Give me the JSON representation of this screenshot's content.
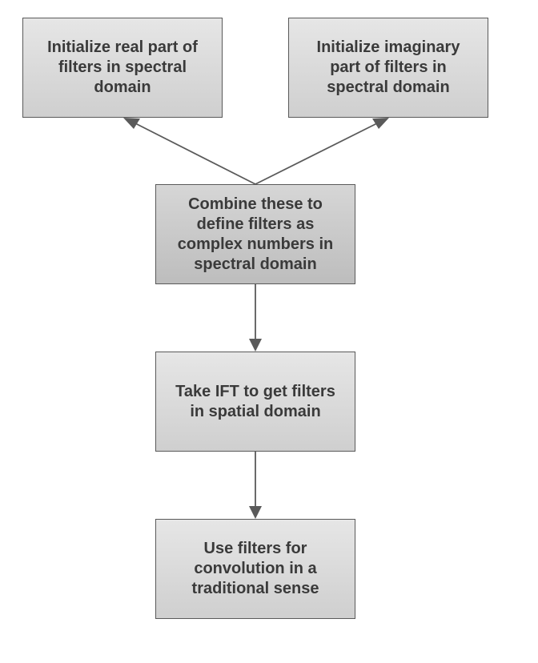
{
  "diagram": {
    "nodes": {
      "real": {
        "label": "Initialize real part of\nfilters in spectral\ndomain"
      },
      "imag": {
        "label": "Initialize imaginary\npart  of filters in\nspectral domain"
      },
      "combine": {
        "label": "Combine these to\ndefine filters as\ncomplex numbers in\nspectral domain"
      },
      "ift": {
        "label": "Take IFT to get filters\nin spatial domain"
      },
      "use": {
        "label": "Use filters for\nconvolution in a\ntraditional sense"
      }
    },
    "edges": [
      {
        "from": "combine",
        "to": "real"
      },
      {
        "from": "combine",
        "to": "imag"
      },
      {
        "from": "combine",
        "to": "ift"
      },
      {
        "from": "ift",
        "to": "use"
      }
    ],
    "colors": {
      "line": "#5a5a5a",
      "text": "#3a3a3a",
      "box_border": "#5a5a5a"
    }
  }
}
